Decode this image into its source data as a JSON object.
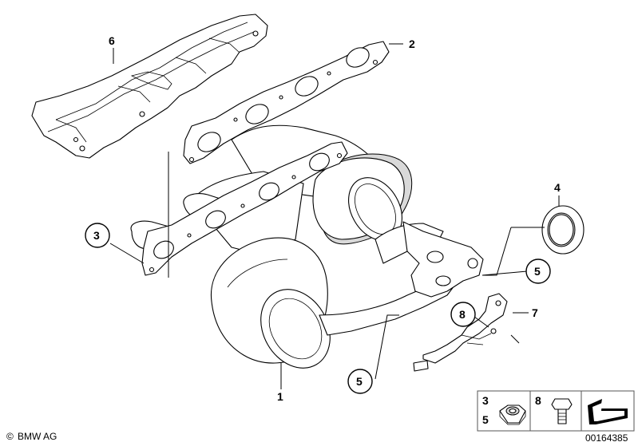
{
  "callouts": [
    {
      "id": "1",
      "text": "1"
    },
    {
      "id": "2",
      "text": "2"
    },
    {
      "id": "3",
      "text": "3"
    },
    {
      "id": "4",
      "text": "4"
    },
    {
      "id": "5a",
      "text": "5"
    },
    {
      "id": "5b",
      "text": "5"
    },
    {
      "id": "6",
      "text": "6"
    },
    {
      "id": "7",
      "text": "7"
    },
    {
      "id": "8",
      "text": "8"
    }
  ],
  "legend": {
    "nut_label_top": "3",
    "nut_label_bottom": "5",
    "bolt_label": "8"
  },
  "footer": {
    "brand": "BMW AG",
    "copyright_symbol": "©",
    "part_number": "00164385"
  }
}
